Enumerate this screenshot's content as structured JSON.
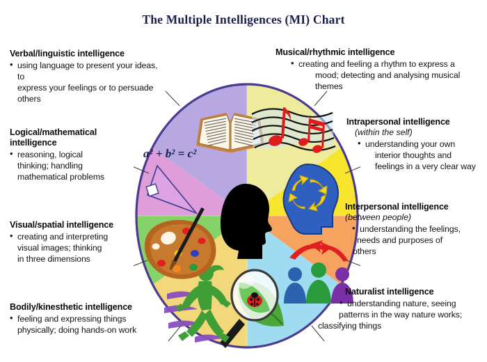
{
  "title": "The Multiple Intelligences (MI) Chart",
  "colors": {
    "title_color": "#1b1f4b",
    "wheel_border": "#4b3a8f",
    "background": "#ffffff",
    "segment_verbal": "#b7a8e2",
    "segment_logical": "#df9ed9",
    "segment_visual": "#86d36a",
    "segment_bodily": "#f2d87a",
    "segment_naturalist": "#9fdcf2",
    "segment_interpersonal": "#f5a35e",
    "segment_intrapersonal": "#f8e62e",
    "segment_musical": "#eeeb9c",
    "center_head": "#000000"
  },
  "center": {
    "icon": "head-silhouette"
  },
  "formula": "a² + b² = c²",
  "left_blocks": [
    {
      "id": "verbal",
      "heading": "Verbal/linguistic intelligence",
      "subtitle": "",
      "bullet": "•",
      "lines": [
        "using language to present your ideas, to",
        "express your feelings or to persuade",
        "others"
      ]
    },
    {
      "id": "logical",
      "heading": "Logical/mathematical",
      "heading2": "intelligence",
      "subtitle": "",
      "bullet": "•",
      "lines": [
        "reasoning, logical",
        "thinking; handling",
        "mathematical problems"
      ]
    },
    {
      "id": "visual",
      "heading": "Visual/spatial intelligence",
      "subtitle": "",
      "bullet": "•",
      "lines": [
        "creating and interpreting",
        "visual images; thinking",
        "in three dimensions"
      ]
    },
    {
      "id": "bodily",
      "heading": "Bodily/kinesthetic intelligence",
      "subtitle": "",
      "bullet": "•",
      "lines": [
        "feeling and expressing things",
        "physically; doing hands-on work"
      ]
    }
  ],
  "right_blocks": [
    {
      "id": "musical",
      "heading": "Musical/rhythmic intelligence",
      "subtitle": "",
      "bullet": "•",
      "lines": [
        "creating and feeling a rhythm to express a",
        "mood; detecting and analysing musical",
        "themes"
      ]
    },
    {
      "id": "intrapersonal",
      "heading": "Intrapersonal intelligence",
      "subtitle": "(within the self)",
      "bullet": "•",
      "lines": [
        "understanding your own",
        "interior thoughts and",
        "feelings in a very clear way"
      ]
    },
    {
      "id": "interpersonal",
      "heading": "Interpersonal intelligence",
      "subtitle": "(between people)",
      "bullet": "•",
      "lines": [
        "understanding the feelings,",
        "needs and purposes of",
        "others"
      ]
    },
    {
      "id": "naturalist",
      "heading": "Naturalist intelligence",
      "subtitle": "",
      "bullet": "•",
      "lines": [
        "understanding nature, seeing",
        "patterns in the way nature works;",
        "classifying things"
      ]
    }
  ],
  "chart_data": {
    "type": "pie",
    "title": "The Multiple Intelligences (MI) Chart",
    "legend": "none",
    "categories": [
      "Verbal/linguistic intelligence",
      "Musical/rhythmic intelligence",
      "Intrapersonal intelligence",
      "Interpersonal intelligence",
      "Naturalist intelligence",
      "Bodily/kinesthetic intelligence",
      "Visual/spatial intelligence",
      "Logical/mathematical intelligence"
    ],
    "values": [
      12.5,
      12.5,
      12.5,
      12.5,
      12.5,
      12.5,
      12.5,
      12.5
    ],
    "colors": [
      "#b7a8e2",
      "#eeeb9c",
      "#f8e62e",
      "#f5a35e",
      "#9fdcf2",
      "#f2d87a",
      "#86d36a",
      "#df9ed9"
    ],
    "icons": [
      "open-book-icon",
      "music-notes-icon",
      "head-gears-icon",
      "three-people-icon",
      "magnifier-leaf-icon",
      "running-figure-icon",
      "paint-palette-icon",
      "pythagoras-triangle-icon"
    ],
    "xlabel": "",
    "ylabel": ""
  }
}
